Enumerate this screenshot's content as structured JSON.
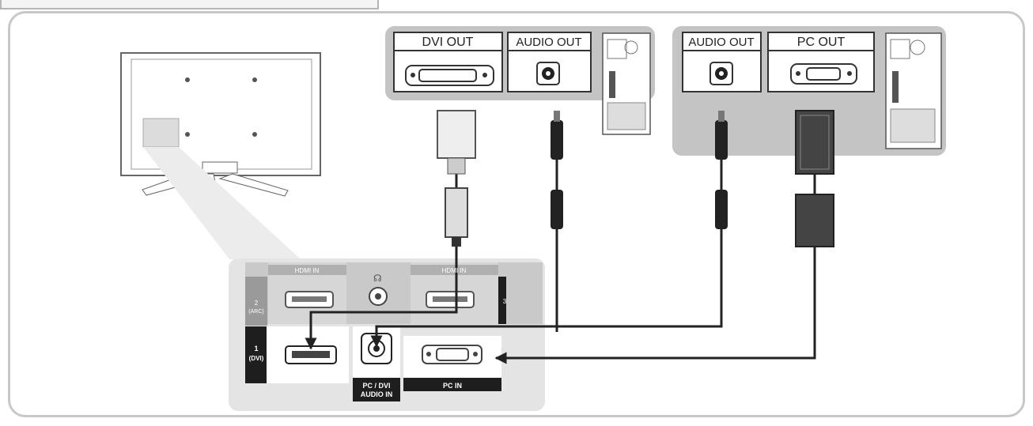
{
  "computer_1": {
    "dvi_out": "DVI OUT",
    "audio_out": "AUDIO OUT"
  },
  "computer_2": {
    "audio_out": "AUDIO OUT",
    "pc_out": "PC OUT"
  },
  "tv_panel": {
    "hdmi_in_1": "HDMI IN",
    "hdmi_in_2": "HDMI IN",
    "port_2": "2",
    "port_2_sub": "(ARC)",
    "port_1": "1",
    "port_1_sub": "(DVI)",
    "port_3": "3",
    "audio_in_line1": "PC / DVI",
    "audio_in_line2": "AUDIO IN",
    "pc_in": "PC IN"
  },
  "colors": {
    "panel_bg": "#e4e4e4",
    "panel_dark": "#1e1e1e",
    "cable": "#222222"
  }
}
